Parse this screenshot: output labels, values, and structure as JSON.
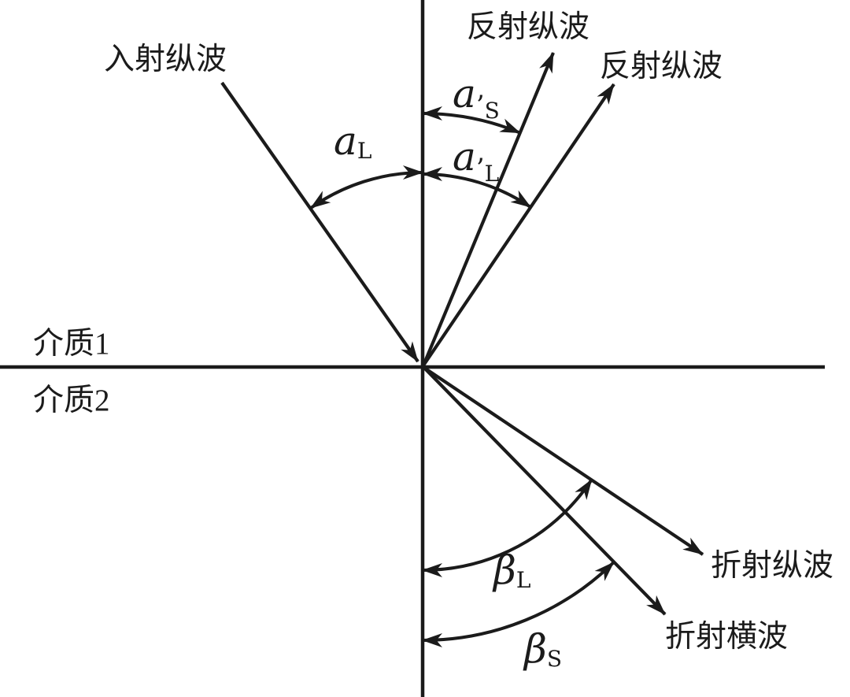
{
  "diagram": {
    "colors": {
      "ink": "#1b1b1b",
      "background": "#ffffff"
    },
    "media": {
      "medium1": "介质1",
      "medium2": "介质2"
    },
    "waves": {
      "incident": "入射纵波",
      "reflected_inner": "反射纵波",
      "reflected_outer": "反射纵波",
      "refracted_longitudinal": "折射纵波",
      "refracted_transverse": "折射横波"
    },
    "angles": {
      "aL": {
        "base": "a",
        "prime": "",
        "sub": "L"
      },
      "apS": {
        "base": "a",
        "prime": "’",
        "sub": "S"
      },
      "apL": {
        "base": "a",
        "prime": "’",
        "sub": "L"
      },
      "bL": {
        "base": "β",
        "prime": "",
        "sub": "L"
      },
      "bS": {
        "base": "β",
        "prime": "",
        "sub": "S"
      }
    }
  }
}
